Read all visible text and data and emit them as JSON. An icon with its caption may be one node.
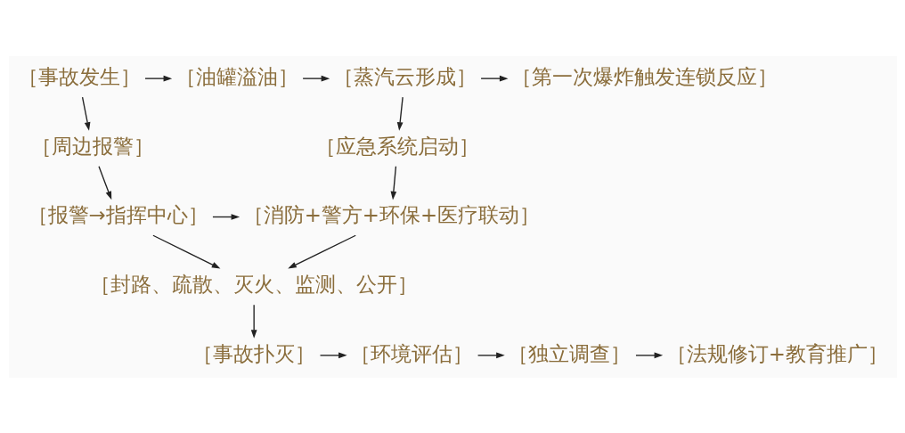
{
  "diagram": {
    "nodes": [
      {
        "text": [
          "［事故发生］"
        ]
      },
      {
        "text": [
          "［油罐溢油］"
        ]
      },
      {
        "text": [
          "［蒸汽云形成］"
        ]
      },
      {
        "text": [
          "［第一次爆炸触发连锁反应］"
        ]
      },
      {
        "text": [
          "［周边报警］"
        ]
      },
      {
        "text": [
          "［应急系统启动］"
        ]
      },
      {
        "text": [
          "［报警→指挥中心］"
        ]
      },
      {
        "text": [
          "［消防+警方+环保+医疗联动］"
        ]
      },
      {
        "text": [
          "［封路、疏散、灭火、监测、公开］"
        ]
      },
      {
        "text": [
          "［事故扑灭］"
        ]
      },
      {
        "text": [
          "［环境评估］"
        ]
      },
      {
        "text": [
          "［独立调查］"
        ]
      },
      {
        "text": [
          "［法规修订+教育推广］"
        ]
      }
    ],
    "edges": [
      {
        "from": 0,
        "to": 1,
        "arrow": "to"
      },
      {
        "from": 1,
        "to": 2,
        "arrow": "to"
      },
      {
        "from": 2,
        "to": 3,
        "arrow": "to"
      },
      {
        "from": 0,
        "to": 4,
        "arrow": "to"
      },
      {
        "from": 2,
        "to": 5,
        "arrow": "to"
      },
      {
        "from": 4,
        "to": 6,
        "arrow": "to"
      },
      {
        "from": 5,
        "to": 7,
        "arrow": "to"
      },
      {
        "from": 6,
        "to": 7,
        "arrow": "to"
      },
      {
        "from": 6,
        "to": 8,
        "arrow": "to"
      },
      {
        "from": 7,
        "to": 8,
        "arrow": "to"
      },
      {
        "from": 8,
        "to": 9,
        "arrow": "to"
      },
      {
        "from": 9,
        "to": 10,
        "arrow": "to"
      },
      {
        "from": 10,
        "to": 11,
        "arrow": "to"
      },
      {
        "from": 11,
        "to": 12,
        "arrow": "to"
      }
    ]
  }
}
